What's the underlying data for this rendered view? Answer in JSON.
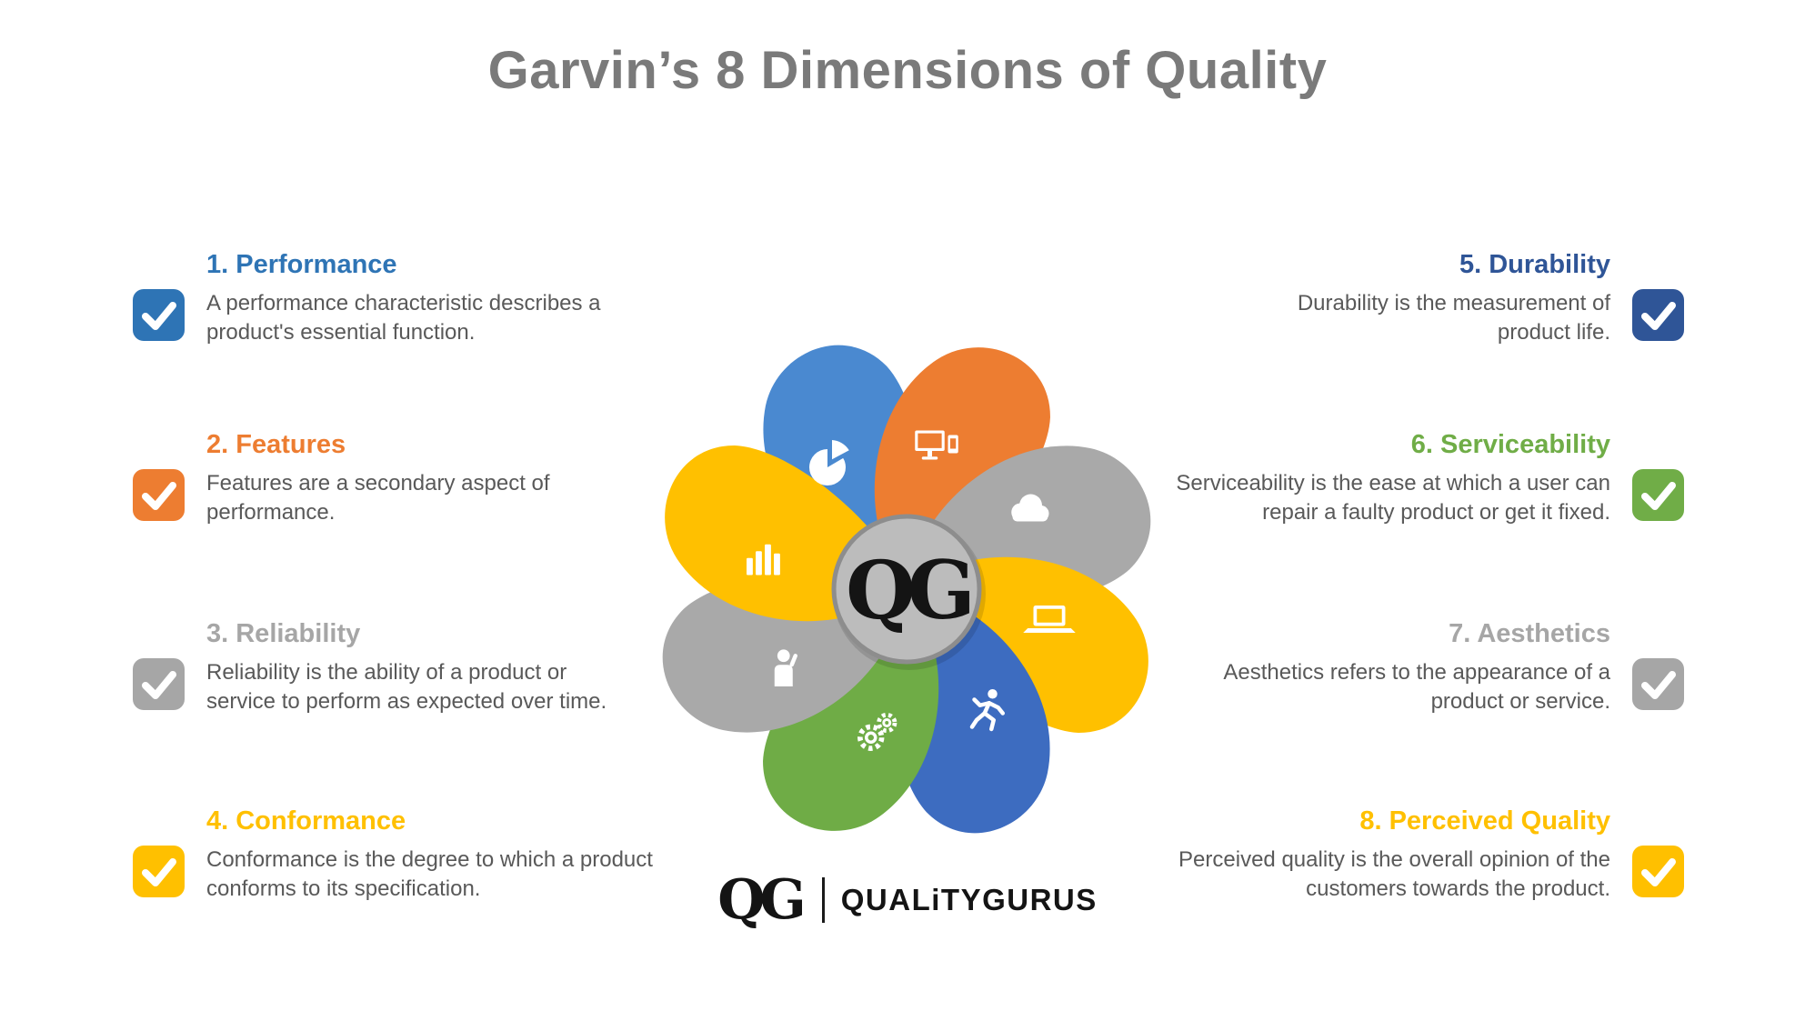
{
  "page": {
    "title": "Garvin’s 8 Dimensions of Quality",
    "background": "#ffffff",
    "title_color": "#7a7a7a"
  },
  "items_left": [
    {
      "title": "1. Performance",
      "description": "A performance characteristic describes a product's essential function.",
      "color": "#2E74B5",
      "icon": "check-icon"
    },
    {
      "title": "2. Features",
      "description": "Features are a secondary aspect of performance.",
      "color": "#ED7D31",
      "icon": "check-icon"
    },
    {
      "title": "3. Reliability",
      "description": "Reliability is the ability of a product or service to perform as expected over time.",
      "color": "#A6A6A6",
      "icon": "check-icon"
    },
    {
      "title": "4. Conformance",
      "description": "Conformance is the degree to which a product conforms to its specification.",
      "color": "#FFC000",
      "icon": "check-icon"
    }
  ],
  "items_right": [
    {
      "title": "5. Durability",
      "description": "Durability is the measurement of product life.",
      "color": "#2F5597",
      "icon": "check-icon"
    },
    {
      "title": "6. Serviceability",
      "description": "Serviceability is the ease at which a user can repair a faulty product or get it fixed.",
      "color": "#70AD47",
      "icon": "check-icon"
    },
    {
      "title": "7. Aesthetics",
      "description": "Aesthetics refers to the appearance of a product or service.",
      "color": "#A6A6A6",
      "icon": "check-icon"
    },
    {
      "title": "8. Perceived Quality",
      "description": "Perceived quality is the overall opinion of the customers towards the product.",
      "color": "#FFC000",
      "icon": "check-icon"
    }
  ],
  "flower": {
    "center_logo": "QG",
    "center_color": "#bcbcbc",
    "petals": [
      {
        "position": "top",
        "color": "#4A89D0",
        "icon": "pie-chart-icon"
      },
      {
        "position": "top-right",
        "color": "#ED7D31",
        "icon": "desktop-computer-icon"
      },
      {
        "position": "right-upper",
        "color": "#A9A9A9",
        "icon": "cloud-icon"
      },
      {
        "position": "right-lower",
        "color": "#FFC000",
        "icon": "laptop-icon"
      },
      {
        "position": "bottom-right",
        "color": "#3D6CC0",
        "icon": "runner-icon"
      },
      {
        "position": "bottom-left",
        "color": "#6FAC46",
        "icon": "gears-icon"
      },
      {
        "position": "left-lower",
        "color": "#A9A9A9",
        "icon": "person-icon"
      },
      {
        "position": "left-upper",
        "color": "#FFC000",
        "icon": "bar-chart-icon"
      }
    ]
  },
  "footer": {
    "logo": "QG",
    "brand": "QUALiTYGURUS"
  }
}
